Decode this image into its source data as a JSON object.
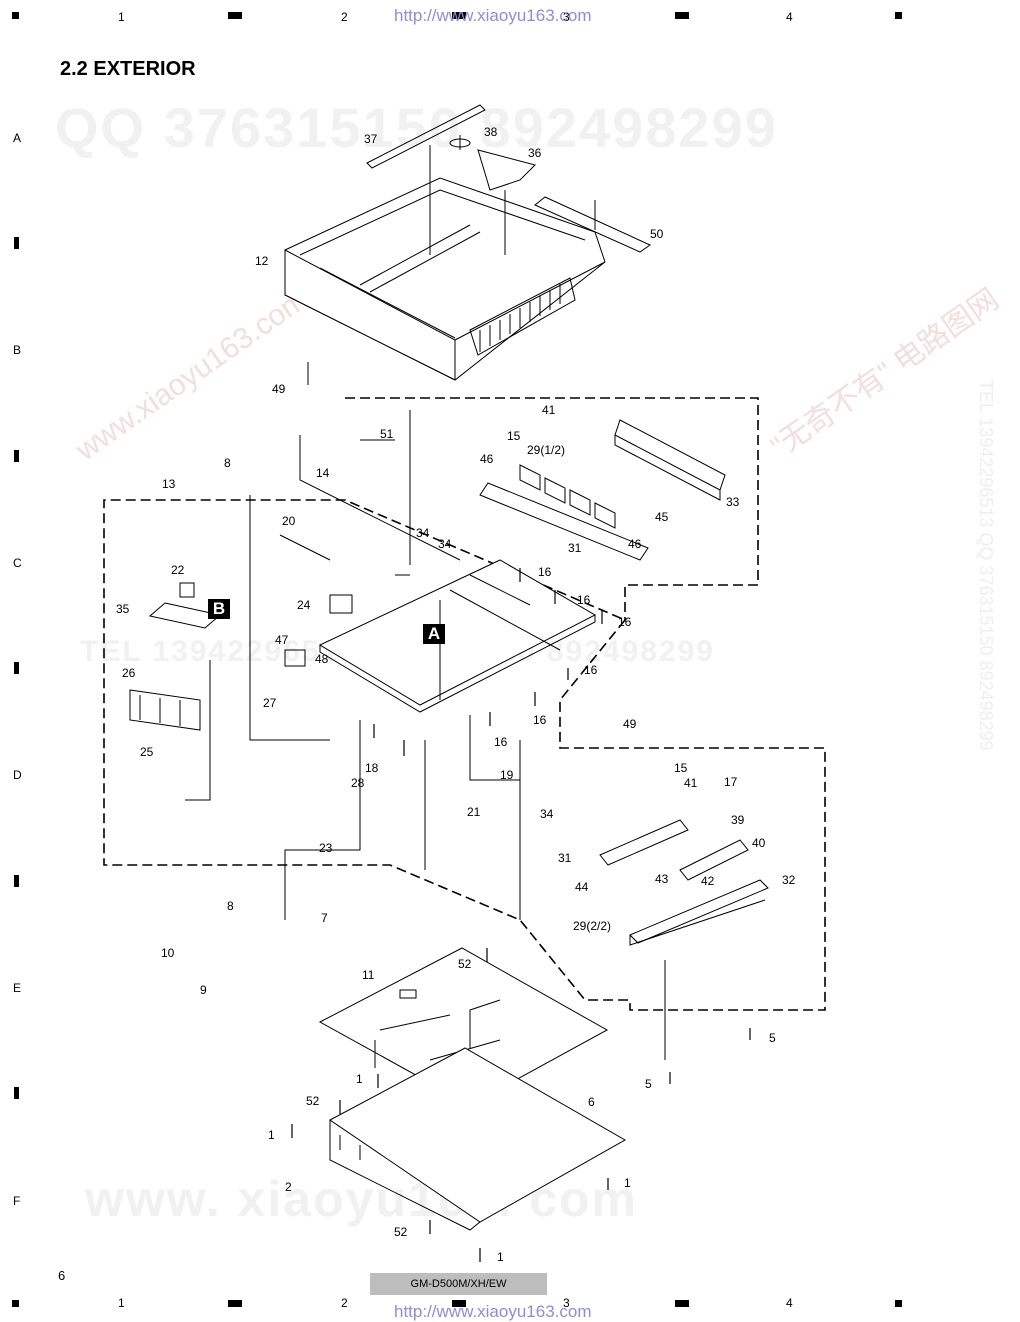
{
  "header": {
    "url_top": "http://www.xiaoyu163.com",
    "url_bottom": "http://www.xiaoyu163.com",
    "columns": [
      "1",
      "2",
      "3",
      "4"
    ],
    "rows": [
      "A",
      "B",
      "C",
      "D",
      "E",
      "F"
    ]
  },
  "section_title": "2.2 EXTERIOR",
  "page_number": "6",
  "model": "GM-D500M/XH/EW",
  "watermarks": {
    "qq": "QQ 376315150   892498299",
    "tel": "TEL 13942296513   376315150   892498299",
    "site": "www.xiaoyu163.com",
    "brand": "\"无奇不有\" 电路图网",
    "side": "TEL 13942296513  QQ 376315150  892498299",
    "footer": "www. xiaoyu163. com"
  },
  "diagram": {
    "boxed_labels": [
      "A",
      "B"
    ],
    "part_labels": {
      "p37": "37",
      "p38": "38",
      "p36": "36",
      "p50": "50",
      "p12": "12",
      "p49a": "49",
      "p41a": "41",
      "p15a": "15",
      "p29a": "29(1/2)",
      "p51": "51",
      "p8a": "8",
      "p14": "14",
      "p13": "13",
      "p46a": "46",
      "p33": "33",
      "p34a": "34",
      "p45": "45",
      "p34b": "34",
      "p31a": "31",
      "p46b": "46",
      "p20": "20",
      "p22": "22",
      "p35": "35",
      "p16a": "16",
      "p16b": "16",
      "p16c": "16",
      "p24": "24",
      "p47": "47",
      "p48": "48",
      "p26": "26",
      "p27": "27",
      "p16d": "16",
      "p16e": "16",
      "p49b": "49",
      "p16f": "16",
      "p25": "25",
      "p18": "18",
      "p19": "19",
      "p15b": "15",
      "p41b": "41",
      "p17": "17",
      "p28": "28",
      "p34c": "34",
      "p39": "39",
      "p21": "21",
      "p40": "40",
      "p23": "23",
      "p31b": "31",
      "p43": "43",
      "p42": "42",
      "p44": "44",
      "p32": "32",
      "p8b": "8",
      "p7": "7",
      "p29b": "29(2/2)",
      "p10": "10",
      "p52a": "52",
      "p9": "9",
      "p11": "11",
      "p5a": "5",
      "p5b": "5",
      "p1a": "1",
      "p52b": "52",
      "p6": "6",
      "p1b": "1",
      "p2": "2",
      "p1c": "1",
      "p52c": "52",
      "p1d": "1"
    }
  }
}
